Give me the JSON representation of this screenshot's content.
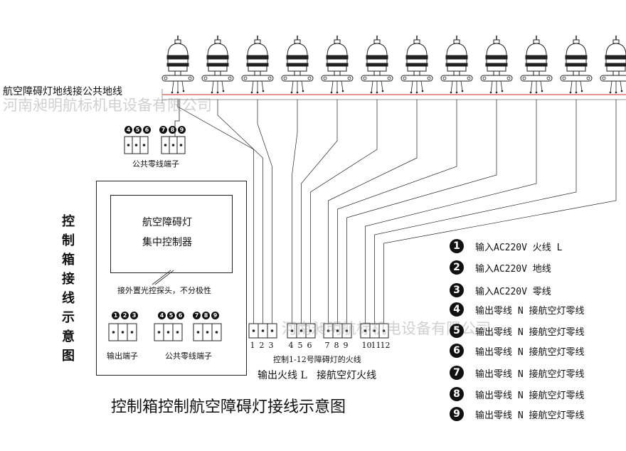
{
  "title": "控制箱控制航空障碍灯接线示意图",
  "watermark": "河南昶明航标机电设备有限公司",
  "ground_line_label": "航空障碍灯地线接公共地线",
  "top_terminal": {
    "numbers": [
      "4",
      "5",
      "6",
      "7",
      "8",
      "9"
    ],
    "label": "公共零线端子"
  },
  "control_box": {
    "side_title": "控制箱接线示意图",
    "side_title_chars": [
      "控",
      "制",
      "箱",
      "接",
      "线",
      "示",
      "意",
      "图"
    ],
    "controller_line1": "航空障碍灯",
    "controller_line2": "集中控制器",
    "sensor_note": "接外置光控探头，不分极性",
    "output_terminal_numbers": [
      "1",
      "2",
      "3"
    ],
    "output_terminal_label": "输出端子",
    "neutral_terminal_numbers": [
      "4",
      "5",
      "6",
      "7",
      "8",
      "9"
    ],
    "neutral_terminal_label": "公共零线端子"
  },
  "fire_terminals": {
    "numbers": [
      "1",
      "2",
      "3",
      "4",
      "5",
      "6",
      "7",
      "8",
      "9",
      "10",
      "11",
      "12"
    ],
    "caption": "控制1-12号障碍灯的火线",
    "sub_caption": "输出火线 L   接航空灯火线"
  },
  "lamp_count": 12,
  "legend": [
    {
      "num": "1",
      "text": "输入AC220V 火线 L"
    },
    {
      "num": "2",
      "text": "输入AC220V 地线"
    },
    {
      "num": "3",
      "text": "输入AC220V 零线"
    },
    {
      "num": "4",
      "text": "输出零线 N  接航空灯零线"
    },
    {
      "num": "5",
      "text": "输出零线 N  接航空灯零线"
    },
    {
      "num": "6",
      "text": "输出零线 N  接航空灯零线"
    },
    {
      "num": "7",
      "text": "输出零线 N  接航空灯零线"
    },
    {
      "num": "8",
      "text": "输出零线 N  接航空灯零线"
    },
    {
      "num": "9",
      "text": "输出零线 N  接航空灯零线"
    }
  ],
  "colors": {
    "line": "#222222",
    "ground_bus": "#e07070",
    "watermark": "#9a9a9a"
  }
}
